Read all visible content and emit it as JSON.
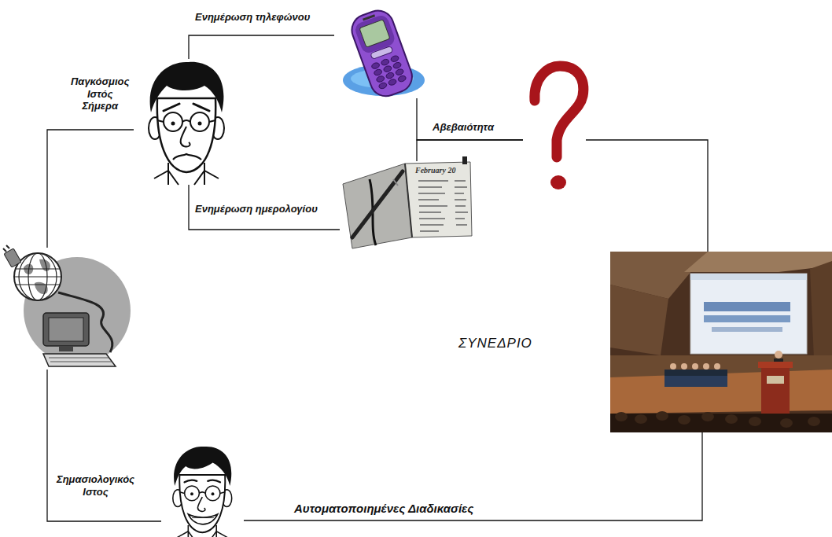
{
  "diagram": {
    "nodes": [
      {
        "text": []
      },
      {
        "text": []
      },
      {
        "text": []
      },
      {
        "text": [
          "February 20"
        ]
      },
      {
        "text": []
      },
      {
        "text": [
          "ΣΥΝΕΔΡΙΟ"
        ]
      },
      {
        "text": []
      }
    ],
    "edges": [
      {
        "from": 4,
        "to": 0,
        "label": "Παγκόσμιος Ιστός Σήμερα",
        "arrow": "none"
      },
      {
        "from": 0,
        "to": 1,
        "label": "Ενημέρωση τηλεφώνου",
        "arrow": "none"
      },
      {
        "from": 0,
        "to": 3,
        "label": "Ενημέρωση ημερολογίου",
        "arrow": "none"
      },
      {
        "from": 1,
        "to": 2,
        "label": "Αβεβαιότητα",
        "arrow": "none"
      },
      {
        "from": 3,
        "to": 2,
        "arrow": "none"
      },
      {
        "from": 2,
        "to": 5,
        "arrow": "none"
      },
      {
        "from": 4,
        "to": 6,
        "label": "Σημασιολογικός Ιστος",
        "arrow": "none"
      },
      {
        "from": 6,
        "to": 5,
        "label": "Αυτοματοποιημένες Διαδικασίες",
        "arrow": "none"
      }
    ]
  }
}
